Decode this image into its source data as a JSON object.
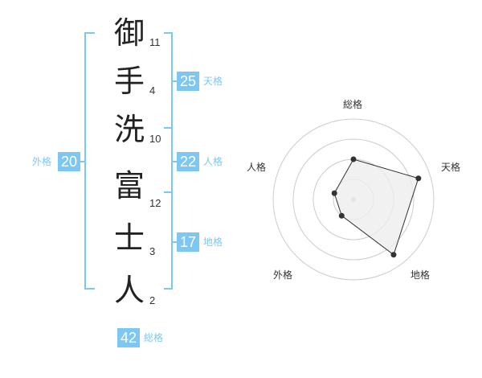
{
  "name": {
    "characters": [
      {
        "char": "御",
        "strokes": "11"
      },
      {
        "char": "手",
        "strokes": "4"
      },
      {
        "char": "洗",
        "strokes": "10"
      },
      {
        "char": "富",
        "strokes": "12"
      },
      {
        "char": "士",
        "strokes": "3"
      },
      {
        "char": "人",
        "strokes": "2"
      }
    ]
  },
  "fortunes": {
    "tenkaku": {
      "value": "25",
      "label": "天格"
    },
    "jinkaku": {
      "value": "22",
      "label": "人格"
    },
    "chikaku": {
      "value": "17",
      "label": "地格"
    },
    "gaikaku": {
      "value": "20",
      "label": "外格"
    },
    "soukaku": {
      "value": "42",
      "label": "総格"
    }
  },
  "colors": {
    "accent": "#7cc8f3",
    "text": "#222222",
    "ring": "#cccccc",
    "polygon_fill": "#eeeeee",
    "polygon_stroke": "#333333"
  },
  "chart_data": {
    "type": "radar",
    "axes": [
      "総格",
      "天格",
      "地格",
      "外格",
      "人格"
    ],
    "values": [
      0.5,
      0.85,
      0.85,
      0.25,
      0.25
    ],
    "rings": 4,
    "scale_max": 1
  }
}
